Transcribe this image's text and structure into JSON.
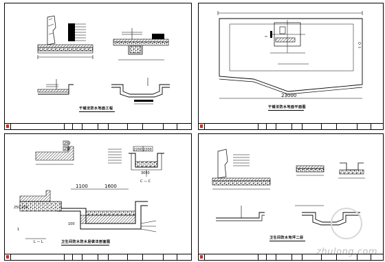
{
  "sheets": [
    {
      "id": "tl",
      "caption": "干铺法防水地面工程"
    },
    {
      "id": "tr",
      "caption": "干铺法防水地面平面图",
      "dims": {
        "total": "23000"
      }
    },
    {
      "id": "bl",
      "caption": "卫生间防水防水层做法剖面图",
      "dims": {
        "d1": "1100",
        "d2": "1600",
        "h1": "250",
        "h2": "250",
        "h3": "100",
        "left_stack": "250 250",
        "w1": "2200",
        "w2": "2200",
        "w3": "3050",
        "section_cc": "C — C",
        "section_ll": "L — L",
        "side_label": "1"
      }
    },
    {
      "id": "br",
      "caption": "卫生间防水地坪二层"
    }
  ],
  "watermark": {
    "text": "zhulong.com"
  },
  "colors": {
    "line": "#000000",
    "accent": "#d0291d",
    "watermark": "#bdbdbd"
  }
}
